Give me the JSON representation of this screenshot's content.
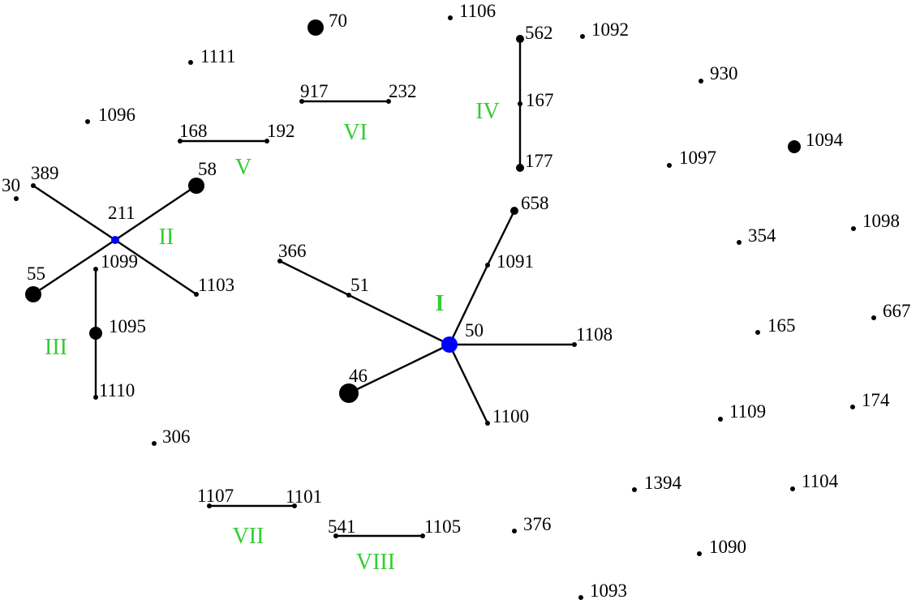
{
  "colors": {
    "node": "#000000",
    "hub": "#0000ff",
    "edge": "#000000",
    "label": "#000000",
    "group_label": "#33cc33"
  },
  "nodes": [
    {
      "id": "50",
      "label": "50",
      "size": "large",
      "hub": true
    },
    {
      "id": "211",
      "label": "211",
      "size": "small",
      "hub": true
    },
    {
      "id": "70",
      "label": "70",
      "size": "large"
    },
    {
      "id": "1106",
      "label": "1106",
      "size": "tiny"
    },
    {
      "id": "562",
      "label": "562",
      "size": "small"
    },
    {
      "id": "1092",
      "label": "1092",
      "size": "tiny"
    },
    {
      "id": "1111",
      "label": "1111",
      "size": "tiny"
    },
    {
      "id": "917",
      "label": "917",
      "size": "tiny"
    },
    {
      "id": "232",
      "label": "232",
      "size": "tiny"
    },
    {
      "id": "167",
      "label": "167",
      "size": "tiny"
    },
    {
      "id": "930",
      "label": "930",
      "size": "tiny"
    },
    {
      "id": "1096",
      "label": "1096",
      "size": "tiny"
    },
    {
      "id": "168",
      "label": "168",
      "size": "tiny"
    },
    {
      "id": "192",
      "label": "192",
      "size": "tiny"
    },
    {
      "id": "1094",
      "label": "1094",
      "size": "medium"
    },
    {
      "id": "177",
      "label": "177",
      "size": "small"
    },
    {
      "id": "1097",
      "label": "1097",
      "size": "tiny"
    },
    {
      "id": "389",
      "label": "389",
      "size": "tiny"
    },
    {
      "id": "30",
      "label": "30",
      "size": "tiny"
    },
    {
      "id": "58",
      "label": "58",
      "size": "large"
    },
    {
      "id": "658",
      "label": "658",
      "size": "small"
    },
    {
      "id": "1098",
      "label": "1098",
      "size": "tiny"
    },
    {
      "id": "354",
      "label": "354",
      "size": "tiny"
    },
    {
      "id": "366",
      "label": "366",
      "size": "tiny"
    },
    {
      "id": "1091",
      "label": "1091",
      "size": "tiny"
    },
    {
      "id": "55",
      "label": "55",
      "size": "large"
    },
    {
      "id": "1099",
      "label": "1099",
      "size": "tiny"
    },
    {
      "id": "51",
      "label": "51",
      "size": "tiny"
    },
    {
      "id": "1103",
      "label": "1103",
      "size": "tiny"
    },
    {
      "id": "667",
      "label": "667",
      "size": "tiny"
    },
    {
      "id": "1095",
      "label": "1095",
      "size": "medium"
    },
    {
      "id": "165",
      "label": "165",
      "size": "tiny"
    },
    {
      "id": "1108",
      "label": "1108",
      "size": "tiny"
    },
    {
      "id": "46",
      "label": "46",
      "size": "xlarge"
    },
    {
      "id": "1110",
      "label": "1110",
      "size": "tiny"
    },
    {
      "id": "174",
      "label": "174",
      "size": "tiny"
    },
    {
      "id": "1109",
      "label": "1109",
      "size": "tiny"
    },
    {
      "id": "1100",
      "label": "1100",
      "size": "tiny"
    },
    {
      "id": "306",
      "label": "306",
      "size": "tiny"
    },
    {
      "id": "1394",
      "label": "1394",
      "size": "tiny"
    },
    {
      "id": "1104",
      "label": "1104",
      "size": "tiny"
    },
    {
      "id": "1107",
      "label": "1107",
      "size": "tiny"
    },
    {
      "id": "1101",
      "label": "1101",
      "size": "tiny"
    },
    {
      "id": "541",
      "label": "541",
      "size": "tiny"
    },
    {
      "id": "1105",
      "label": "1105",
      "size": "tiny"
    },
    {
      "id": "376",
      "label": "376",
      "size": "tiny"
    },
    {
      "id": "1090",
      "label": "1090",
      "size": "tiny"
    },
    {
      "id": "1093",
      "label": "1093",
      "size": "tiny"
    }
  ],
  "edges": [
    {
      "from": "50",
      "to": "51"
    },
    {
      "from": "51",
      "to": "366"
    },
    {
      "from": "50",
      "to": "1091"
    },
    {
      "from": "1091",
      "to": "658"
    },
    {
      "from": "50",
      "to": "1108"
    },
    {
      "from": "50",
      "to": "1100"
    },
    {
      "from": "50",
      "to": "46"
    },
    {
      "from": "211",
      "to": "389"
    },
    {
      "from": "211",
      "to": "58"
    },
    {
      "from": "211",
      "to": "55"
    },
    {
      "from": "211",
      "to": "1103"
    },
    {
      "from": "1099",
      "to": "1095"
    },
    {
      "from": "1095",
      "to": "1110"
    },
    {
      "from": "562",
      "to": "167"
    },
    {
      "from": "167",
      "to": "177"
    },
    {
      "from": "168",
      "to": "192"
    },
    {
      "from": "917",
      "to": "232"
    },
    {
      "from": "1107",
      "to": "1101"
    },
    {
      "from": "541",
      "to": "1105"
    }
  ],
  "groups": [
    {
      "id": "I",
      "label": "I",
      "bold": true
    },
    {
      "id": "II",
      "label": "II"
    },
    {
      "id": "III",
      "label": "III"
    },
    {
      "id": "IV",
      "label": "IV"
    },
    {
      "id": "V",
      "label": "V"
    },
    {
      "id": "VI",
      "label": "VI"
    },
    {
      "id": "VII",
      "label": "VII"
    },
    {
      "id": "VIII",
      "label": "VIII"
    }
  ]
}
